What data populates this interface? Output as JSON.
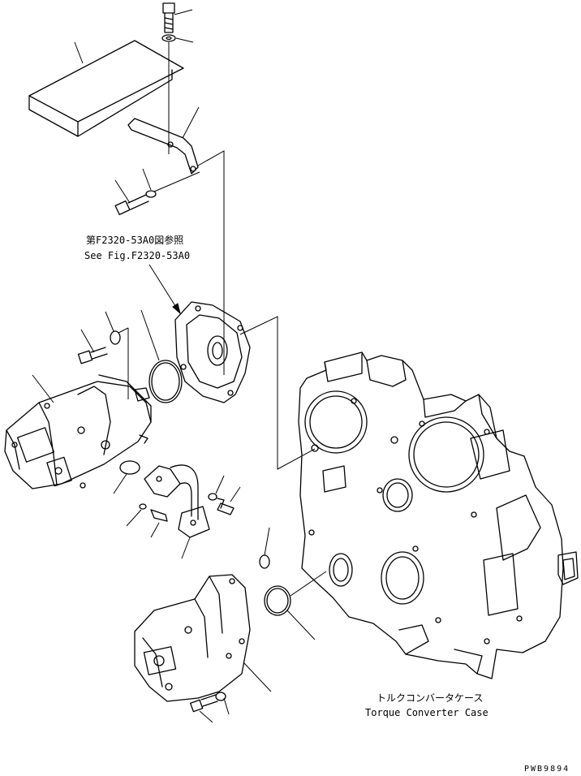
{
  "annotations": {
    "reference_jp": "第F2320-53A0図参照",
    "reference_en": "See Fig.F2320-53A0",
    "case_jp": "トルクコンバータケース",
    "case_en": "Torque Converter Case",
    "drawing_code": "PWB9894"
  },
  "parts": [
    {
      "name": "bolt-top",
      "kind": "bolt"
    },
    {
      "name": "washer-top",
      "kind": "washer"
    },
    {
      "name": "cover-plate",
      "kind": "cover"
    },
    {
      "name": "bracket",
      "kind": "bracket"
    },
    {
      "name": "bolt-bracket",
      "kind": "bolt"
    },
    {
      "name": "washer-bracket",
      "kind": "washer"
    },
    {
      "name": "pump-mount-plate",
      "kind": "flange"
    },
    {
      "name": "o-ring-large",
      "kind": "o-ring"
    },
    {
      "name": "bolt-left",
      "kind": "bolt"
    },
    {
      "name": "washer-left",
      "kind": "washer"
    },
    {
      "name": "hydraulic-pump-upper",
      "kind": "pump"
    },
    {
      "name": "o-ring-small",
      "kind": "o-ring"
    },
    {
      "name": "elbow-pipe",
      "kind": "pipe"
    },
    {
      "name": "hydraulic-pump-lower",
      "kind": "pump"
    },
    {
      "name": "o-ring-lower",
      "kind": "o-ring"
    },
    {
      "name": "torque-converter-case",
      "kind": "housing"
    }
  ]
}
